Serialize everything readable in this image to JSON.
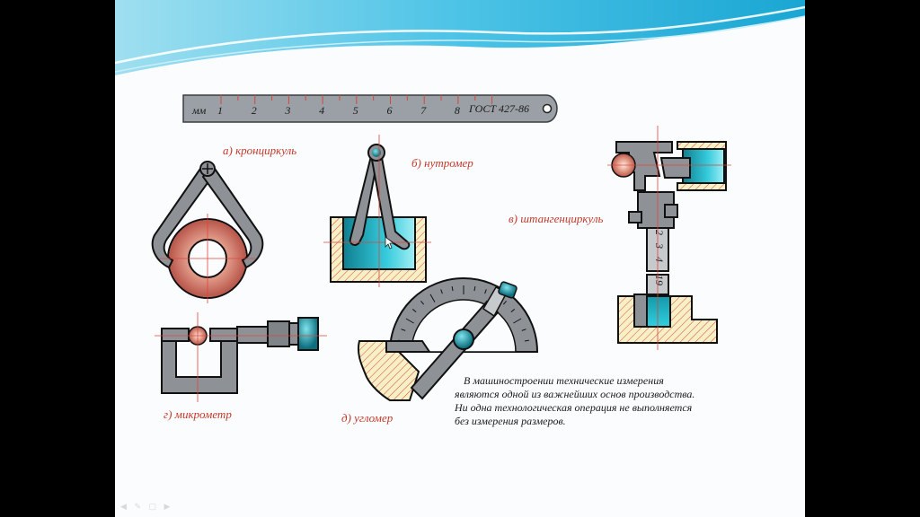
{
  "ruler": {
    "unit": "мм",
    "ticks": [
      "1",
      "2",
      "3",
      "4",
      "5",
      "6",
      "7",
      "8"
    ],
    "standard": "ГОСТ 427-86"
  },
  "labels": {
    "a": "а) кронциркуль",
    "b": "б) нутромер",
    "v": "в) штангенциркуль",
    "g": "г) микрометр",
    "d": "д) угломер"
  },
  "caliper_scale": [
    "2",
    "3",
    "4"
  ],
  "caliper_vernier": "19",
  "description": [
    "В  машиностроении технические измерения",
    "являются одной из важнейших основ производства.",
    "Ни одна технологическая операция не выполняется",
    "без измерения размеров."
  ],
  "nav_icons": [
    "arrow-left-icon",
    "pen-icon",
    "slide-icon",
    "arrow-right-icon"
  ],
  "colors": {
    "label": "#c0392b",
    "tool_gray": "#8e9296",
    "teal": "#1fb3c4",
    "hatch_bg": "#f7efc5",
    "wave": "#29b6dd"
  }
}
